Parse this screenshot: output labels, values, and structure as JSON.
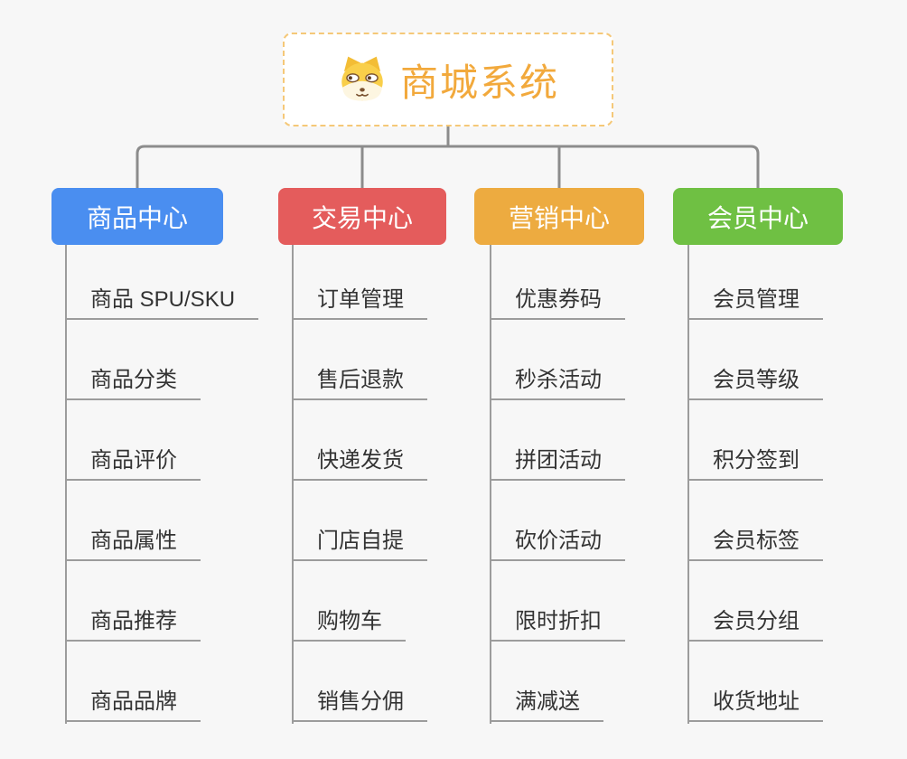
{
  "root": {
    "title": "商城系统",
    "icon": "shiba-dog-icon"
  },
  "colors": {
    "root_text": "#f2a93c",
    "root_border": "#f5c878",
    "connector": "#8c8c8c",
    "leaf_line": "#9c9c9c",
    "leaf_text": "#333333",
    "background": "#f7f7f7"
  },
  "branches": [
    {
      "label": "商品中心",
      "color": "#4a8ef0",
      "items": [
        "商品 SPU/SKU",
        "商品分类",
        "商品评价",
        "商品属性",
        "商品推荐",
        "商品品牌"
      ]
    },
    {
      "label": "交易中心",
      "color": "#e45c5c",
      "items": [
        "订单管理",
        "售后退款",
        "快递发货",
        "门店自提",
        "购物车",
        "销售分佣"
      ]
    },
    {
      "label": "营销中心",
      "color": "#edab40",
      "items": [
        "优惠券码",
        "秒杀活动",
        "拼团活动",
        "砍价活动",
        "限时折扣",
        "满减送"
      ]
    },
    {
      "label": "会员中心",
      "color": "#6fc043",
      "items": [
        "会员管理",
        "会员等级",
        "积分签到",
        "会员标签",
        "会员分组",
        "收货地址"
      ]
    }
  ]
}
